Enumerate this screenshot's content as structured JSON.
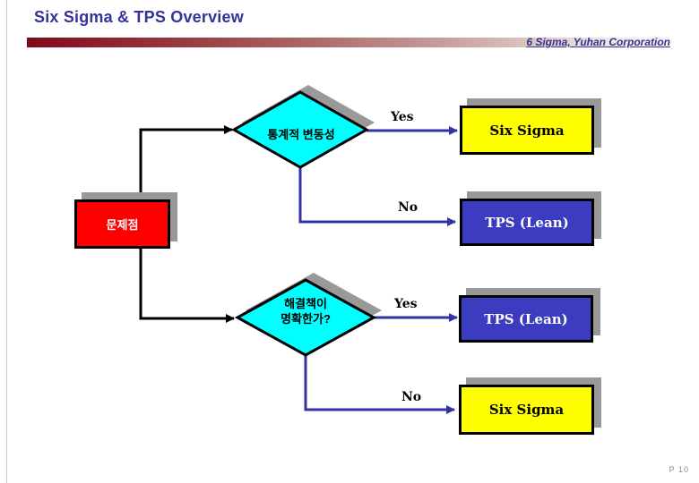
{
  "header": {
    "title": "Six Sigma & TPS Overview",
    "subtitle": "6 Sigma, Yuhan Corporation",
    "accent_color": "#333399",
    "bar_color_left": "#7c0b1a"
  },
  "flowchart": {
    "nodes": {
      "problem": {
        "label": "문제점",
        "fill": "#ff0000",
        "text_color": "#ffffff"
      },
      "decision_top": {
        "label": "통계적 변동성",
        "fill": "#00ffff"
      },
      "decision_bottom": {
        "label": "해결책이\n명확한가?",
        "fill": "#00ffff"
      },
      "outcome_six_sigma_top": {
        "label": "Six Sigma",
        "fill": "#ffff00"
      },
      "outcome_tps_top": {
        "label": "TPS (Lean)",
        "fill": "#3c3cc0"
      },
      "outcome_tps_bottom": {
        "label": "TPS (Lean)",
        "fill": "#3c3cc0"
      },
      "outcome_six_sigma_bottom": {
        "label": "Six Sigma",
        "fill": "#ffff00"
      }
    },
    "edge_labels": {
      "yes_top": "Yes",
      "no_top": "No",
      "yes_bottom": "Yes",
      "no_bottom": "No"
    },
    "connector_blue": "#3333a6",
    "connector_black": "#000000",
    "shadow_color": "#999999"
  },
  "footer": {
    "page_number": "P 10"
  }
}
